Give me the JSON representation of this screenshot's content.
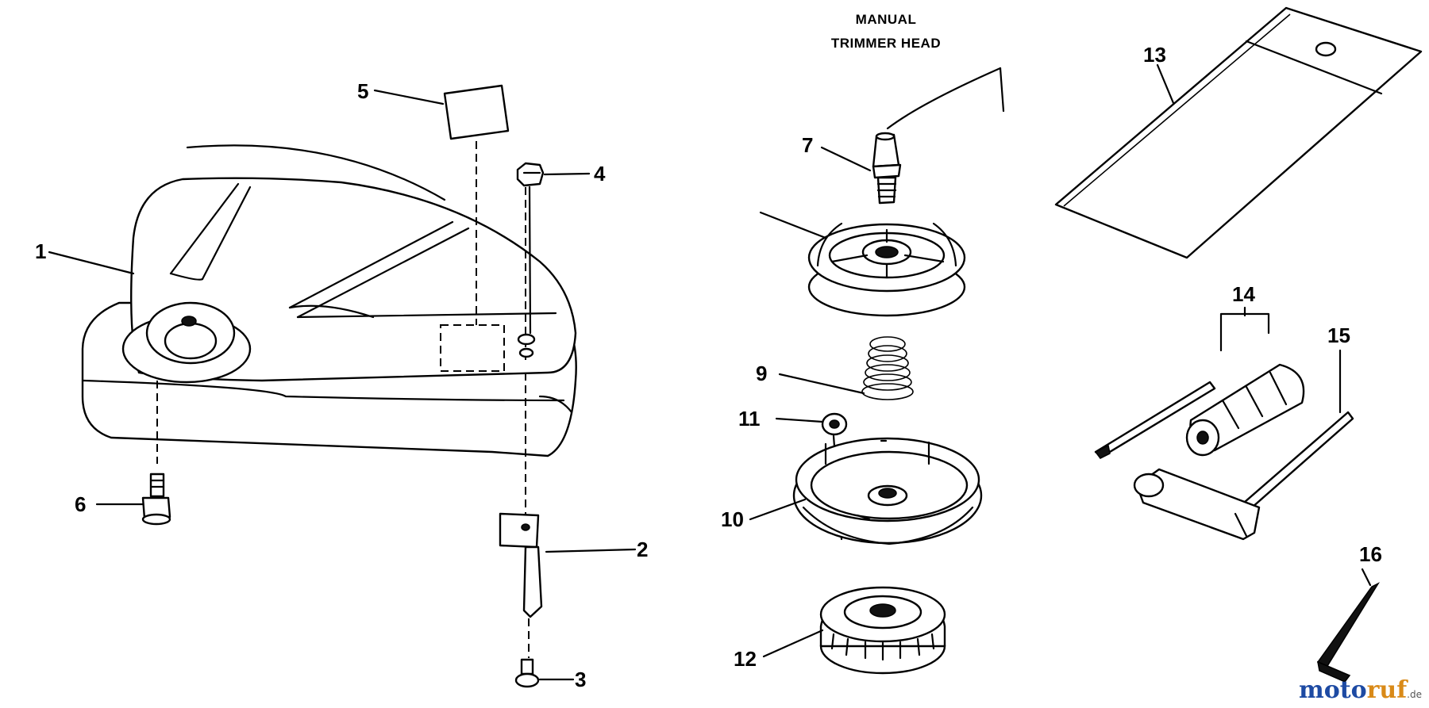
{
  "caption": {
    "line1": "MANUAL",
    "line2": "TRIMMER HEAD"
  },
  "callouts": [
    {
      "id": "1",
      "label": "1"
    },
    {
      "id": "2",
      "label": "2"
    },
    {
      "id": "3",
      "label": "3"
    },
    {
      "id": "4",
      "label": "4"
    },
    {
      "id": "5",
      "label": "5"
    },
    {
      "id": "6",
      "label": "6"
    },
    {
      "id": "7",
      "label": "7"
    },
    {
      "id": "9",
      "label": "9"
    },
    {
      "id": "10",
      "label": "10"
    },
    {
      "id": "11",
      "label": "11"
    },
    {
      "id": "12",
      "label": "12"
    },
    {
      "id": "13",
      "label": "13"
    },
    {
      "id": "14",
      "label": "14"
    },
    {
      "id": "15",
      "label": "15"
    },
    {
      "id": "16",
      "label": "16"
    }
  ],
  "watermark": {
    "part1": "moto",
    "part2": "ruf",
    "suffix": ".de"
  },
  "colors": {
    "watermark_blue": "#1d4aa3",
    "watermark_orange": "#d98a18",
    "ink": "#000000"
  }
}
